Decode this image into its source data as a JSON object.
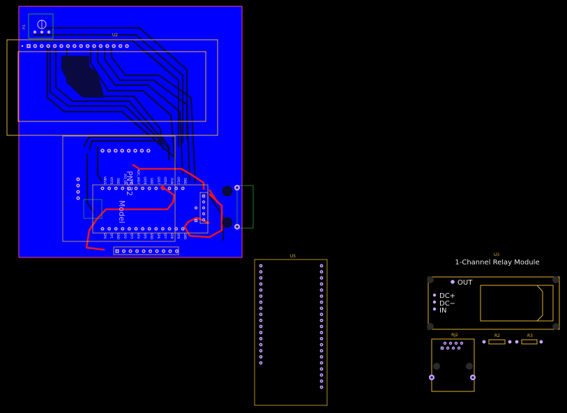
{
  "colors": {
    "background": "#000000",
    "board_fill": "#0000ff",
    "board_outline": "#ff3d7a",
    "silkscreen": "#e0b230",
    "pad": "#c8aaff",
    "pad_hole": "#3b0b6a",
    "trace_top": "#e8161f",
    "trace_bottom": "#0a0a40",
    "courtyard": "#2e9b2e",
    "label_white": "#e6e6e6"
  },
  "board": {
    "ref_h1": "H1",
    "ref_u2": "U2",
    "module_label_1": "PN532",
    "module_label_2": "Model"
  },
  "pico_pins": {
    "top": [
      "VBUS",
      "VSYS",
      "GND",
      "3V3_EN",
      "3V3",
      "ADC_VREF",
      "GP28",
      "GND",
      "GP27",
      "GP26",
      "RUN",
      "GP22",
      "GND"
    ],
    "bottom": [
      "GP0",
      "GP1",
      "GND",
      "GP2",
      "GP3",
      "GP4",
      "GP5",
      "GND",
      "GP6",
      "GP7",
      "GP8",
      "GP9",
      "GND"
    ]
  },
  "u5": {
    "ref": "U5"
  },
  "relay": {
    "ref": "U3",
    "title": "1-Channel Relay Module",
    "out": "OUT",
    "dc_plus": "DC+",
    "dc_minus": "DC−",
    "in": "IN"
  },
  "rj2": {
    "ref": "RJ2"
  },
  "r2": {
    "ref": "R2"
  },
  "r3": {
    "ref": "R3"
  }
}
